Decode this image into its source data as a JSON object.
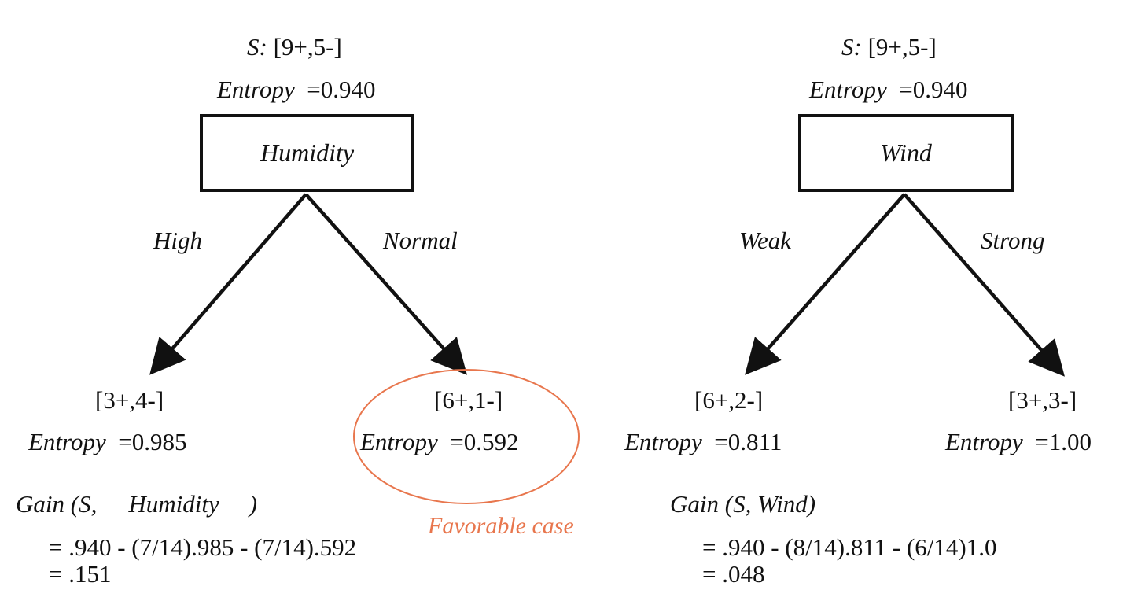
{
  "colors": {
    "ink": "#111111",
    "highlight": "#e8764d"
  },
  "trees": [
    {
      "root": {
        "set_label": "S:",
        "set_counts": "[9+,5-]",
        "entropy_label": "Entropy",
        "entropy_value": "=0.940"
      },
      "attribute": "Humidity",
      "branches": [
        {
          "label": "High",
          "counts": "[3+,4-]",
          "entropy_label": "Entropy",
          "entropy_value": "=0.985"
        },
        {
          "label": "Normal",
          "counts": "[6+,1-]",
          "entropy_label": "Entropy",
          "entropy_value": "=0.592"
        }
      ],
      "gain": {
        "label_prefix": "Gain (S,",
        "label_attr": "Humidity",
        "label_suffix": ")",
        "line1": "= .940 - (7/14).985 - (7/14).592",
        "line2": "= .151"
      },
      "annotation": "Favorable case"
    },
    {
      "root": {
        "set_label": "S:",
        "set_counts": "[9+,5-]",
        "entropy_label": "Entropy",
        "entropy_value": "=0.940"
      },
      "attribute": "Wind",
      "branches": [
        {
          "label": "Weak",
          "counts": "[6+,2-]",
          "entropy_label": "Entropy",
          "entropy_value": "=0.811"
        },
        {
          "label": "Strong",
          "counts": "[3+,3-]",
          "entropy_label": "Entropy",
          "entropy_value": "=1.00"
        }
      ],
      "gain": {
        "label": "Gain (S, Wind)",
        "line1": "= .940 - (8/14).811 - (6/14)1.0",
        "line2": "= .048"
      }
    }
  ]
}
